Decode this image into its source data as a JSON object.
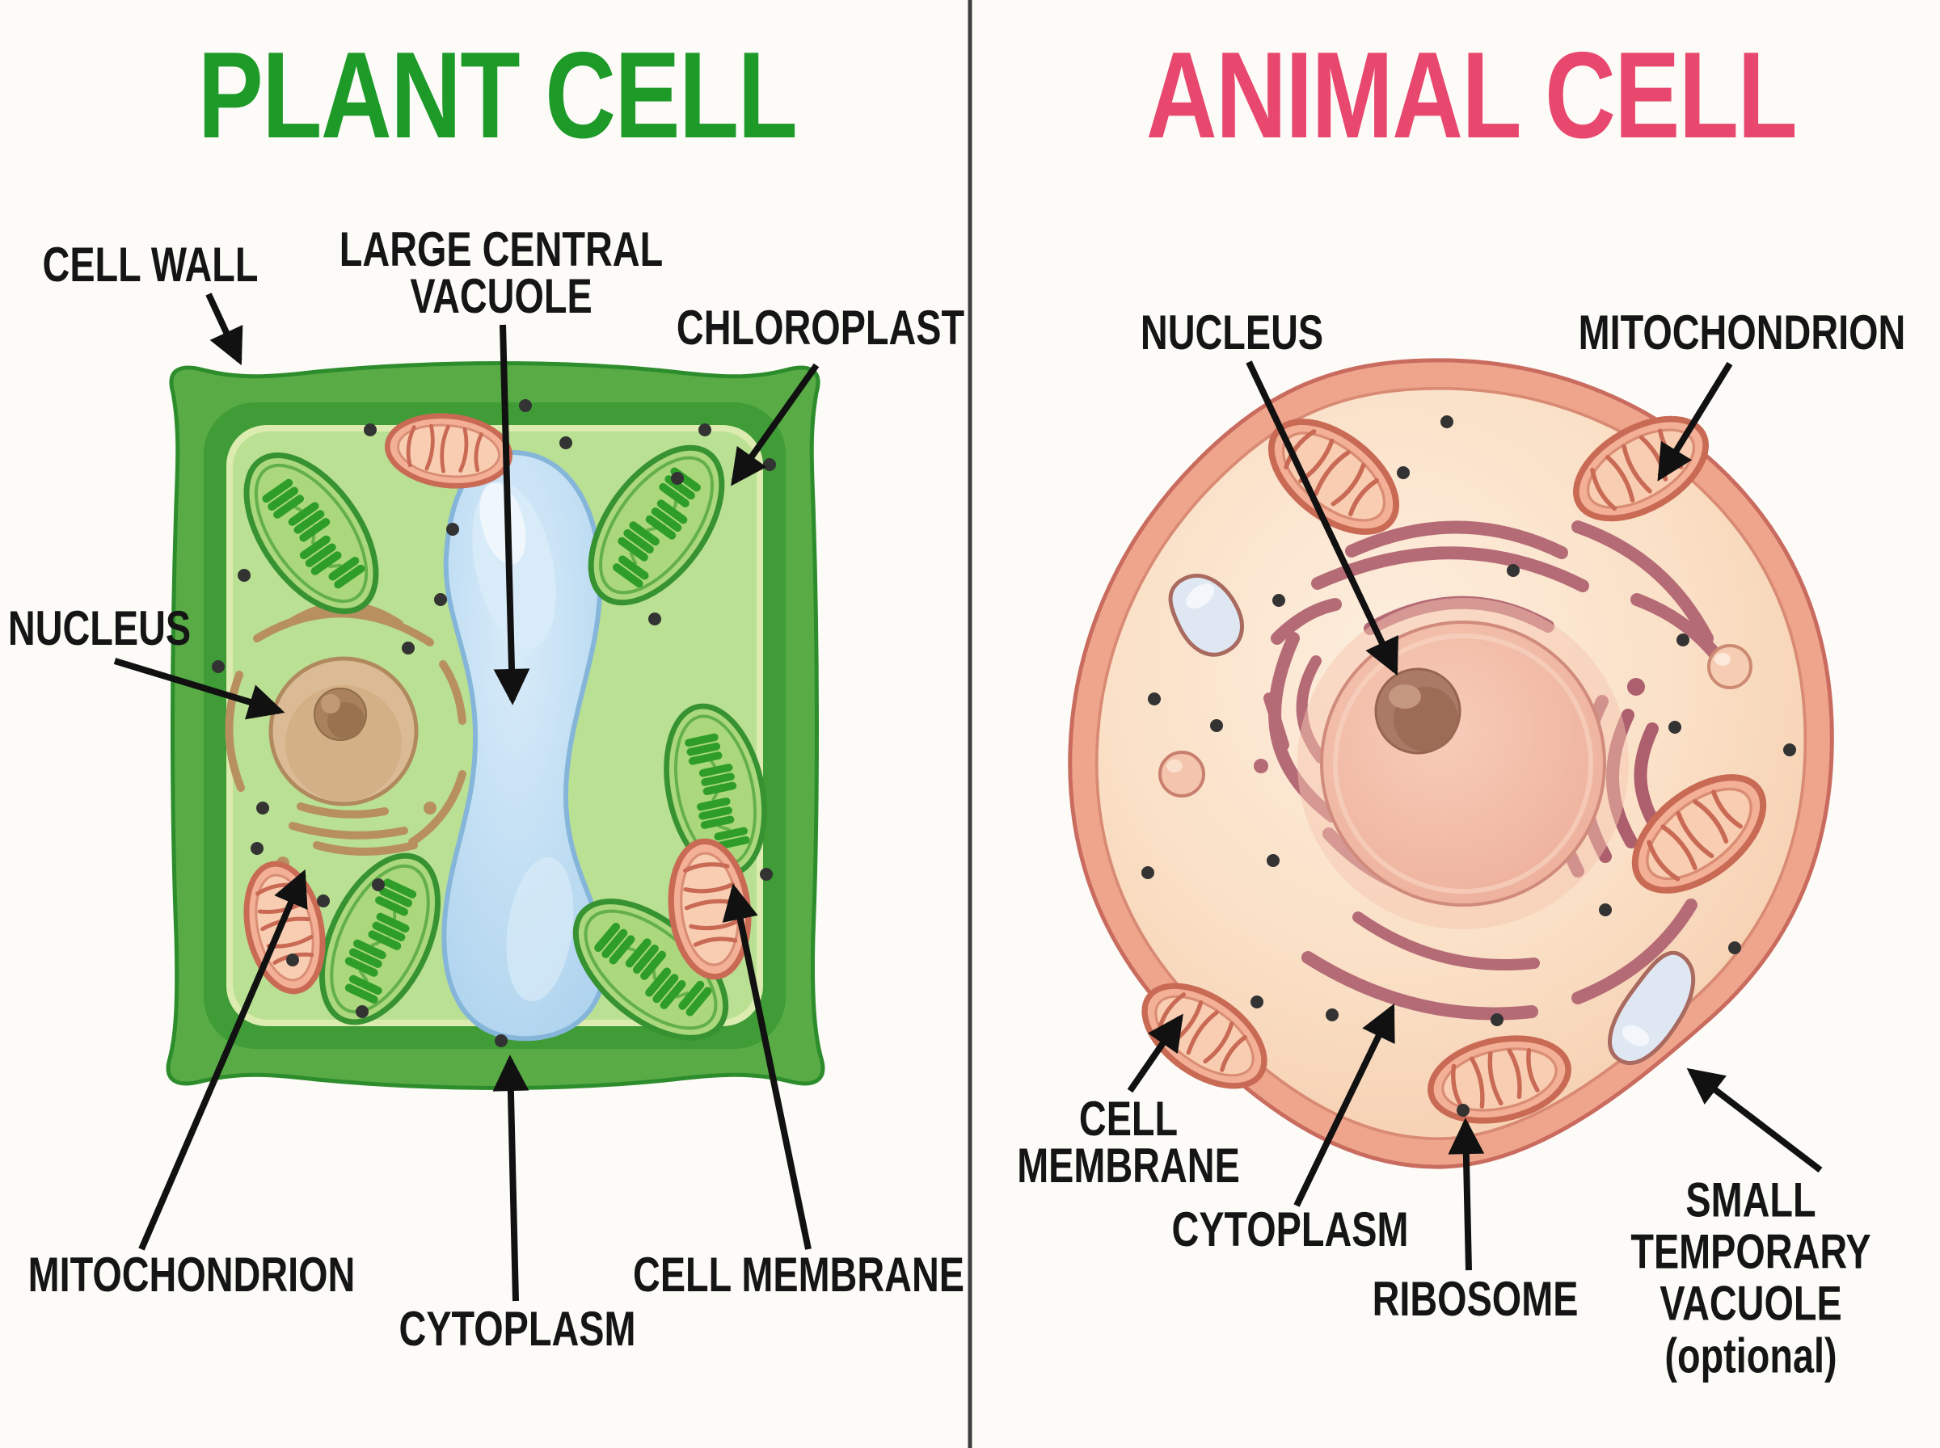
{
  "page": {
    "background": "#fcfbf8",
    "divider_color": "#3f3f3f"
  },
  "plant_cell": {
    "title": "PLANT CELL",
    "title_color": "#1e9a28",
    "labels": {
      "cell_wall": "CELL WALL",
      "large_central_vacuole": "LARGE CENTRAL\nVACUOLE",
      "chloroplast": "CHLOROPLAST",
      "nucleus": "NUCLEUS",
      "mitochondrion": "MITOCHONDRION",
      "cytoplasm": "CYTOPLASM",
      "cell_membrane": "CELL MEMBRANE"
    },
    "colors": {
      "cell_wall": "#58ab45",
      "membrane_band": "#3f9c36",
      "cytoplasm": "#b9e093",
      "vacuole": "#badcf2",
      "nucleus": "#dbbb95",
      "nucleolus": "#a9815a",
      "chloroplast": "#abd77d",
      "grana": "#2f9e28",
      "mitochondrion": "#f3b096",
      "er": "#b8905f"
    }
  },
  "animal_cell": {
    "title": "ANIMAL CELL",
    "title_color": "#e8486e",
    "labels": {
      "nucleus": "NUCLEUS",
      "mitochondrion": "MITOCHONDRION",
      "cell_membrane": "CELL\nMEMBRANE",
      "cytoplasm": "CYTOPLASM",
      "ribosome": "RIBOSOME",
      "small_temporary_vacuole": "SMALL\nTEMPORARY\nVACUOLE\n(optional)"
    },
    "colors": {
      "membrane": "#efa58b",
      "cytoplasm": "#fbe2c8",
      "nucleus": "#f0b7a2",
      "nucleolus": "#ab7a67",
      "er": "#b56b76",
      "mitochondrion": "#f4b29a",
      "vacuole": "#dfe7f2",
      "ribosome_dot": "#333333"
    }
  }
}
